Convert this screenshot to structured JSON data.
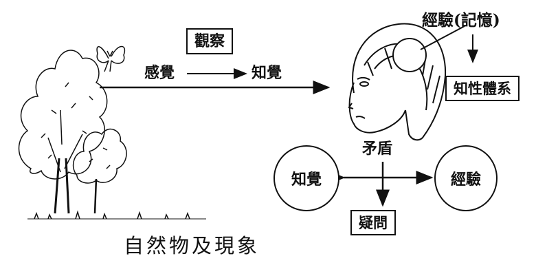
{
  "diagram": {
    "observe": "觀察",
    "sensation": "感覺",
    "perception_top": "知覺",
    "experience_memory": "經驗(記憶)",
    "knowledge_system": "知性體系",
    "contradiction": "矛盾",
    "perception_circle": "知覺",
    "experience_circle": "經驗",
    "doubt": "疑問",
    "caption": "自然物及現象"
  }
}
